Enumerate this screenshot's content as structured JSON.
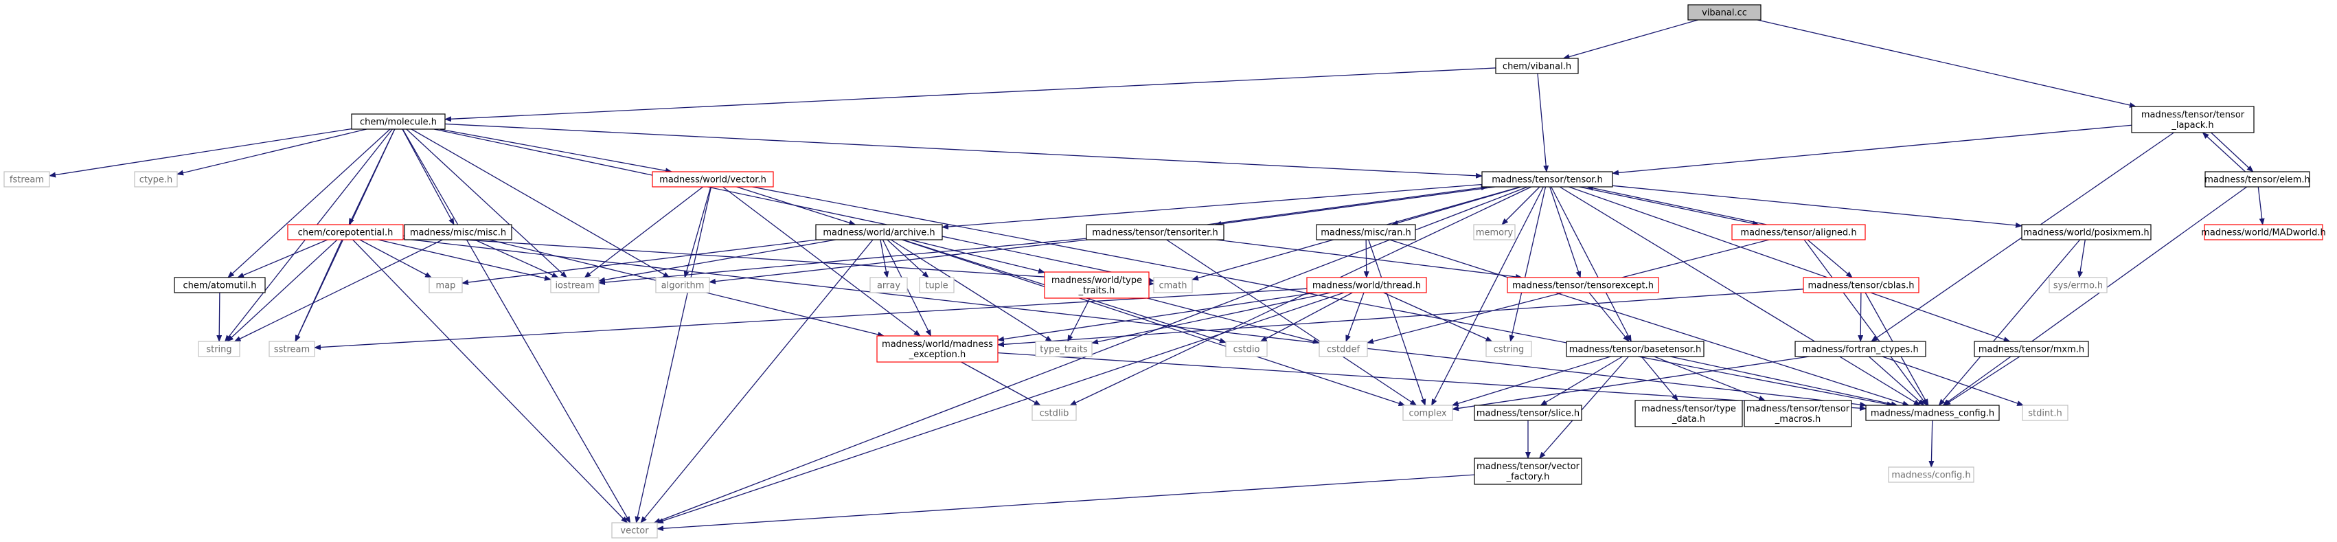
{
  "diagram": {
    "type": "include-dependency-graph",
    "root": "vibanal.cc",
    "colors": {
      "edge": "#191970",
      "box_documented": "#000000",
      "box_truncated": "#ff0000",
      "box_external": "#c0c0c0",
      "root_fill": "#bfbfbf"
    },
    "nodes": [
      {
        "id": "vibanal_cc",
        "lines": [
          "vibanal.cc"
        ],
        "style": "root"
      },
      {
        "id": "chem_vibanal_h",
        "lines": [
          "chem/vibanal.h"
        ],
        "style": "normal"
      },
      {
        "id": "tensor_lapack_h",
        "lines": [
          "madness/tensor/tensor",
          "_lapack.h"
        ],
        "style": "normal"
      },
      {
        "id": "chem_molecule_h",
        "lines": [
          "chem/molecule.h"
        ],
        "style": "normal"
      },
      {
        "id": "tensor_tensor_h",
        "lines": [
          "madness/tensor/tensor.h"
        ],
        "style": "normal"
      },
      {
        "id": "tensorelem_h",
        "lines": [
          "madness/tensor/elem.h"
        ],
        "style": "normal"
      },
      {
        "id": "fstream",
        "lines": [
          "fstream"
        ],
        "style": "gray"
      },
      {
        "id": "ctype_h",
        "lines": [
          "ctype.h"
        ],
        "style": "gray"
      },
      {
        "id": "world_vector_h",
        "lines": [
          "madness/world/vector.h"
        ],
        "style": "red"
      },
      {
        "id": "corepotential_h",
        "lines": [
          "chem/corepotential.h"
        ],
        "style": "red"
      },
      {
        "id": "misc_misc_h",
        "lines": [
          "madness/misc/misc.h"
        ],
        "style": "normal"
      },
      {
        "id": "world_archive_h",
        "lines": [
          "madness/world/archive.h"
        ],
        "style": "normal"
      },
      {
        "id": "tensoriter_h",
        "lines": [
          "madness/tensor/tensoriter.h"
        ],
        "style": "normal"
      },
      {
        "id": "misc_ran_h",
        "lines": [
          "madness/misc/ran.h"
        ],
        "style": "normal"
      },
      {
        "id": "memory",
        "lines": [
          "memory"
        ],
        "style": "gray"
      },
      {
        "id": "aligned_h",
        "lines": [
          "madness/tensor/aligned.h"
        ],
        "style": "red"
      },
      {
        "id": "posixmem_h",
        "lines": [
          "madness/world/posixmem.h"
        ],
        "style": "normal"
      },
      {
        "id": "madworld_h",
        "lines": [
          "madness/world/MADworld.h"
        ],
        "style": "red"
      },
      {
        "id": "atomutil_h",
        "lines": [
          "chem/atomutil.h"
        ],
        "style": "normal"
      },
      {
        "id": "map",
        "lines": [
          "map"
        ],
        "style": "gray"
      },
      {
        "id": "iostream",
        "lines": [
          "iostream"
        ],
        "style": "gray"
      },
      {
        "id": "algorithm",
        "lines": [
          "algorithm"
        ],
        "style": "gray"
      },
      {
        "id": "array",
        "lines": [
          "array"
        ],
        "style": "gray"
      },
      {
        "id": "tuple",
        "lines": [
          "tuple"
        ],
        "style": "gray"
      },
      {
        "id": "type_traits_h",
        "lines": [
          "madness/world/type",
          "_traits.h"
        ],
        "style": "red"
      },
      {
        "id": "cmath",
        "lines": [
          "cmath"
        ],
        "style": "gray"
      },
      {
        "id": "world_thread_h",
        "lines": [
          "madness/world/thread.h"
        ],
        "style": "red"
      },
      {
        "id": "tensorexcept_h",
        "lines": [
          "madness/tensor/tensorexcept.h"
        ],
        "style": "red"
      },
      {
        "id": "cblas_h",
        "lines": [
          "madness/tensor/cblas.h"
        ],
        "style": "red"
      },
      {
        "id": "sys_errno_h",
        "lines": [
          "sys/errno.h"
        ],
        "style": "gray"
      },
      {
        "id": "string",
        "lines": [
          "string"
        ],
        "style": "gray"
      },
      {
        "id": "sstream",
        "lines": [
          "sstream"
        ],
        "style": "gray"
      },
      {
        "id": "madness_exception_h",
        "lines": [
          "madness/world/madness",
          "_exception.h"
        ],
        "style": "red"
      },
      {
        "id": "type_traits",
        "lines": [
          "type_traits"
        ],
        "style": "gray"
      },
      {
        "id": "cstdio",
        "lines": [
          "cstdio"
        ],
        "style": "gray"
      },
      {
        "id": "cstddef",
        "lines": [
          "cstddef"
        ],
        "style": "gray"
      },
      {
        "id": "cstring",
        "lines": [
          "cstring"
        ],
        "style": "gray"
      },
      {
        "id": "basetensor_h",
        "lines": [
          "madness/tensor/basetensor.h"
        ],
        "style": "normal"
      },
      {
        "id": "fortran_ctypes_h",
        "lines": [
          "madness/fortran_ctypes.h"
        ],
        "style": "normal"
      },
      {
        "id": "mxm_h",
        "lines": [
          "madness/tensor/mxm.h"
        ],
        "style": "normal"
      },
      {
        "id": "cstdlib",
        "lines": [
          "cstdlib"
        ],
        "style": "gray"
      },
      {
        "id": "complex",
        "lines": [
          "complex"
        ],
        "style": "gray"
      },
      {
        "id": "slice_h",
        "lines": [
          "madness/tensor/slice.h"
        ],
        "style": "normal"
      },
      {
        "id": "type_data_h",
        "lines": [
          "madness/tensor/type",
          "_data.h"
        ],
        "style": "normal"
      },
      {
        "id": "tensor_macros_h",
        "lines": [
          "madness/tensor/tensor",
          "_macros.h"
        ],
        "style": "normal"
      },
      {
        "id": "madness_config_h",
        "lines": [
          "madness/madness_config.h"
        ],
        "style": "normal"
      },
      {
        "id": "stdint_h",
        "lines": [
          "stdint.h"
        ],
        "style": "gray"
      },
      {
        "id": "config_h",
        "lines": [
          "madness/config.h"
        ],
        "style": "gray"
      },
      {
        "id": "vector_factory_h",
        "lines": [
          "madness/tensor/vector",
          "_factory.h"
        ],
        "style": "normal"
      },
      {
        "id": "vector",
        "lines": [
          "vector"
        ],
        "style": "gray"
      }
    ],
    "edges": [
      [
        "vibanal_cc",
        "chem_vibanal_h"
      ],
      [
        "vibanal_cc",
        "tensor_lapack_h"
      ],
      [
        "chem_vibanal_h",
        "chem_molecule_h"
      ],
      [
        "chem_vibanal_h",
        "tensor_tensor_h"
      ],
      [
        "tensor_lapack_h",
        "tensor_tensor_h"
      ],
      [
        "tensor_lapack_h",
        "tensorelem_h"
      ],
      [
        "tensor_lapack_h",
        "fortran_ctypes_h"
      ],
      [
        "tensorelem_h",
        "tensor_lapack_h"
      ],
      [
        "tensorelem_h",
        "madworld_h"
      ],
      [
        "tensorelem_h",
        "madness_config_h"
      ],
      [
        "chem_molecule_h",
        "fstream"
      ],
      [
        "chem_molecule_h",
        "ctype_h"
      ],
      [
        "chem_molecule_h",
        "world_vector_h"
      ],
      [
        "chem_molecule_h",
        "corepotential_h"
      ],
      [
        "chem_molecule_h",
        "misc_misc_h"
      ],
      [
        "chem_molecule_h",
        "tensor_tensor_h"
      ],
      [
        "chem_molecule_h",
        "atomutil_h"
      ],
      [
        "chem_molecule_h",
        "iostream"
      ],
      [
        "chem_molecule_h",
        "algorithm"
      ],
      [
        "chem_molecule_h",
        "cmath"
      ],
      [
        "chem_molecule_h",
        "string"
      ],
      [
        "chem_molecule_h",
        "sstream"
      ],
      [
        "chem_molecule_h",
        "vector"
      ],
      [
        "world_vector_h",
        "world_archive_h"
      ],
      [
        "world_vector_h",
        "iostream"
      ],
      [
        "world_vector_h",
        "algorithm"
      ],
      [
        "world_vector_h",
        "madness_exception_h"
      ],
      [
        "world_vector_h",
        "vector"
      ],
      [
        "world_vector_h",
        "madness_config_h"
      ],
      [
        "corepotential_h",
        "atomutil_h"
      ],
      [
        "corepotential_h",
        "map"
      ],
      [
        "corepotential_h",
        "iostream"
      ],
      [
        "corepotential_h",
        "cmath"
      ],
      [
        "corepotential_h",
        "string"
      ],
      [
        "corepotential_h",
        "sstream"
      ],
      [
        "corepotential_h",
        "vector"
      ],
      [
        "corepotential_h",
        "madness_config_h"
      ],
      [
        "misc_misc_h",
        "iostream"
      ],
      [
        "misc_misc_h",
        "string"
      ],
      [
        "misc_misc_h",
        "madness_exception_h"
      ],
      [
        "atomutil_h",
        "string"
      ],
      [
        "tensor_tensor_h",
        "tensoriter_h"
      ],
      [
        "tensor_tensor_h",
        "world_archive_h"
      ],
      [
        "tensor_tensor_h",
        "misc_ran_h"
      ],
      [
        "tensor_tensor_h",
        "memory"
      ],
      [
        "tensor_tensor_h",
        "aligned_h"
      ],
      [
        "tensor_tensor_h",
        "posixmem_h"
      ],
      [
        "tensor_tensor_h",
        "mxm_h"
      ],
      [
        "tensor_tensor_h",
        "cmath"
      ],
      [
        "tensor_tensor_h",
        "tensorexcept_h"
      ],
      [
        "tensor_tensor_h",
        "basetensor_h"
      ],
      [
        "tensor_tensor_h",
        "complex"
      ],
      [
        "tensor_tensor_h",
        "cstdlib"
      ],
      [
        "tensor_tensor_h",
        "cstring"
      ],
      [
        "tensor_tensor_h",
        "vector"
      ],
      [
        "tensor_tensor_h",
        "madness_config_h"
      ],
      [
        "world_archive_h",
        "map"
      ],
      [
        "world_archive_h",
        "iostream"
      ],
      [
        "world_archive_h",
        "array"
      ],
      [
        "world_archive_h",
        "tuple"
      ],
      [
        "world_archive_h",
        "type_traits_h"
      ],
      [
        "world_archive_h",
        "madness_exception_h"
      ],
      [
        "world_archive_h",
        "type_traits"
      ],
      [
        "world_archive_h",
        "cstdio"
      ],
      [
        "world_archive_h",
        "complex"
      ],
      [
        "world_archive_h",
        "vector"
      ],
      [
        "tensoriter_h",
        "tensor_tensor_h"
      ],
      [
        "tensoriter_h",
        "iostream"
      ],
      [
        "tensoriter_h",
        "algorithm"
      ],
      [
        "tensoriter_h",
        "tensorexcept_h"
      ],
      [
        "tensoriter_h",
        "complex"
      ],
      [
        "misc_ran_h",
        "world_thread_h"
      ],
      [
        "misc_ran_h",
        "complex"
      ],
      [
        "misc_ran_h",
        "madness_config_h"
      ],
      [
        "aligned_h",
        "tensor_tensor_h"
      ],
      [
        "aligned_h",
        "cblas_h"
      ],
      [
        "aligned_h",
        "madness_config_h"
      ],
      [
        "aligned_h",
        "cstddef"
      ],
      [
        "cblas_h",
        "fortran_ctypes_h"
      ],
      [
        "cblas_h",
        "madness_config_h"
      ],
      [
        "cblas_h",
        "madness_exception_h"
      ],
      [
        "posixmem_h",
        "sys_errno_h"
      ],
      [
        "posixmem_h",
        "madness_config_h"
      ],
      [
        "type_traits_h",
        "type_traits"
      ],
      [
        "type_traits_h",
        "cstddef"
      ],
      [
        "world_thread_h",
        "sstream"
      ],
      [
        "world_thread_h",
        "type_traits"
      ],
      [
        "world_thread_h",
        "cstdio"
      ],
      [
        "world_thread_h",
        "cstddef"
      ],
      [
        "world_thread_h",
        "cstring"
      ],
      [
        "world_thread_h",
        "madness_exception_h"
      ],
      [
        "world_thread_h",
        "vector"
      ],
      [
        "tensorexcept_h",
        "basetensor_h"
      ],
      [
        "madness_exception_h",
        "cstdlib"
      ],
      [
        "madness_exception_h",
        "madness_config_h"
      ],
      [
        "basetensor_h",
        "slice_h"
      ],
      [
        "basetensor_h",
        "type_data_h"
      ],
      [
        "basetensor_h",
        "tensor_macros_h"
      ],
      [
        "basetensor_h",
        "vector_factory_h"
      ],
      [
        "basetensor_h",
        "complex"
      ],
      [
        "basetensor_h",
        "madness_config_h"
      ],
      [
        "fortran_ctypes_h",
        "complex"
      ],
      [
        "fortran_ctypes_h",
        "stdint_h"
      ],
      [
        "fortran_ctypes_h",
        "madness_config_h"
      ],
      [
        "mxm_h",
        "madness_config_h"
      ],
      [
        "slice_h",
        "vector_factory_h"
      ],
      [
        "vector_factory_h",
        "vector"
      ],
      [
        "madness_config_h",
        "config_h"
      ]
    ]
  }
}
